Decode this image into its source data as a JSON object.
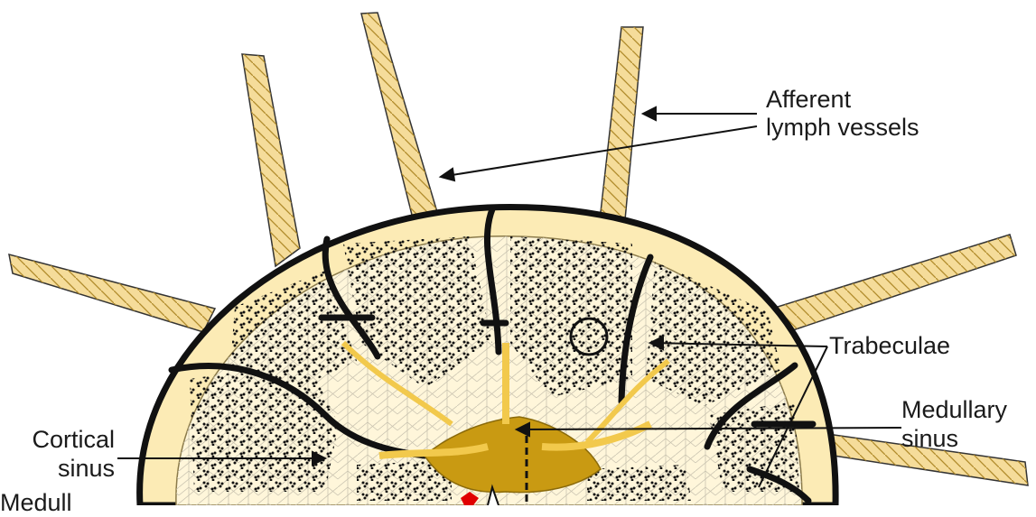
{
  "labels": {
    "afferent_line1": "Afferent",
    "afferent_line2": "lymph vessels",
    "trabeculae": "Trabeculae",
    "medullary_sinus_line1": "Medullary",
    "medullary_sinus_line2": "sinus",
    "cortical_sinus_line1": "Cortical",
    "cortical_sinus_line2": "sinus",
    "medulla_partial": "Medull"
  },
  "colors": {
    "vessel_fill": "#f5dc9a",
    "capsule_fill": "#fcebb5",
    "cortex_fill": "#fff6da",
    "outline": "#111111",
    "medulla_dark": "#c99a12",
    "medulla_yellow": "#f2c94c",
    "artery_red": "#e00000",
    "reticulum_grey": "#b9b9b9"
  }
}
